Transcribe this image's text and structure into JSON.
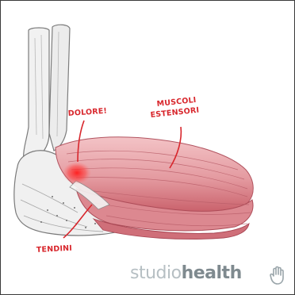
{
  "labels": {
    "pain": "DOLORE!",
    "muscles_line1": "MUSCOLI",
    "muscles_line2": "ESTENSORI",
    "tendons": "TENDINI"
  },
  "brand": {
    "part1": "studio",
    "part2": "health"
  },
  "colors": {
    "label_red": "#d8262c",
    "muscle": "#e9a3a8",
    "muscle_dark": "#c85d66",
    "bone": "#f2f2f2",
    "bone_outline": "#8c8c8c",
    "brand_light": "#b6bfc3",
    "brand_dark": "#7f8a8f"
  },
  "icons": [
    "hand-logo-icon"
  ]
}
